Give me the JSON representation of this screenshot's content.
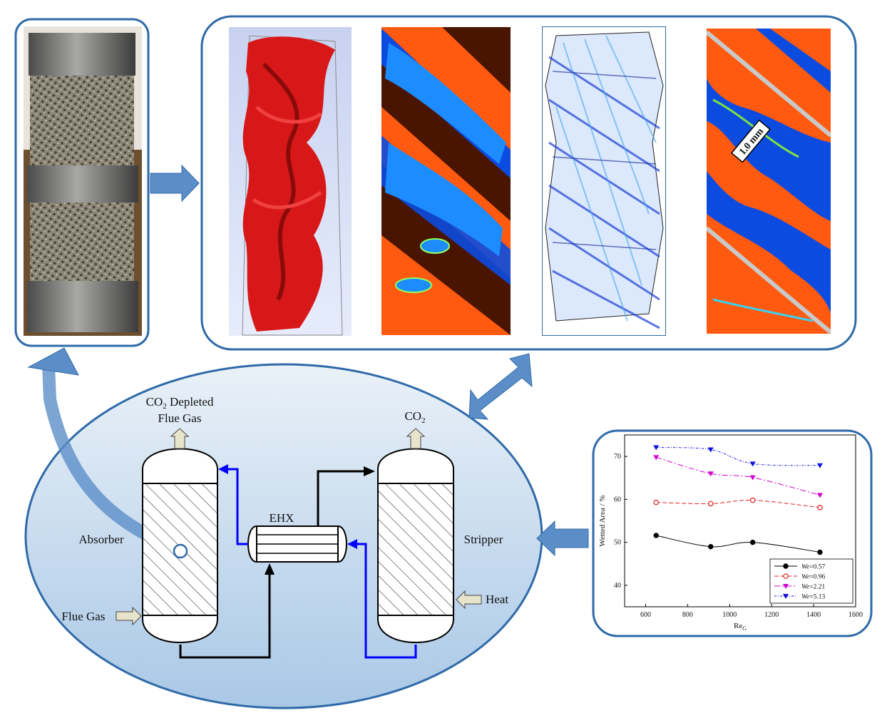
{
  "colors": {
    "frame_blue": "#2f6aa8",
    "arrow_blue": "#5b8ec8",
    "ellipse_top": "#e8f0f8",
    "ellipse_bottom": "#9fc1e2",
    "line_black": "#000000",
    "line_blue": "#0000ff",
    "sim_red": "#d81818",
    "sim_blue": "#0b4be0",
    "sim_orange": "#ff5a10",
    "sim_brown": "#4a1500"
  },
  "process": {
    "absorber_label": "Absorber",
    "stripper_label": "Stripper",
    "ehx_label": "EHX",
    "top_left_line1": "CO",
    "top_left_sub": "2",
    "top_left_line1_rest": " Depleted",
    "top_left_line2": "Flue Gas",
    "top_right_main": "CO",
    "top_right_sub": "2",
    "flue_gas_label": "Flue Gas",
    "heat_label": "Heat"
  },
  "simulation": {
    "scale_label": "1.0 mm"
  },
  "chart_data": {
    "type": "line",
    "xlabel": "Re",
    "xlabel_sub": "G",
    "ylabel": "Wetted Area / %",
    "xlim": [
      500,
      1600
    ],
    "ylim": [
      35,
      75
    ],
    "xticks": [
      600,
      800,
      1000,
      1200,
      1400,
      1600
    ],
    "yticks": [
      40,
      50,
      60,
      70
    ],
    "legend_position": "bottom-right",
    "legend_var": "We",
    "series": [
      {
        "name": "=0.57",
        "color": "#000000",
        "marker": "filled-circle",
        "dash": "",
        "x": [
          650,
          910,
          1110,
          1430
        ],
        "y": [
          51.6,
          49.0,
          50.0,
          47.7
        ]
      },
      {
        "name": "=0.96",
        "color": "#e02020",
        "marker": "open-circle",
        "dash": "6,3",
        "x": [
          650,
          910,
          1110,
          1430
        ],
        "y": [
          59.3,
          59.0,
          59.8,
          58.1
        ]
      },
      {
        "name": "=2.21",
        "color": "#d000d0",
        "marker": "triangle-down",
        "dash": "8,3,2,3",
        "x": [
          650,
          910,
          1110,
          1430
        ],
        "y": [
          69.8,
          66.0,
          65.1,
          61.0
        ]
      },
      {
        "name": "=5.13",
        "color": "#1010e0",
        "marker": "triangle-down",
        "dash": "3,2,1,2",
        "x": [
          650,
          910,
          1110,
          1430
        ],
        "y": [
          72.1,
          71.6,
          68.3,
          67.9
        ]
      }
    ]
  }
}
